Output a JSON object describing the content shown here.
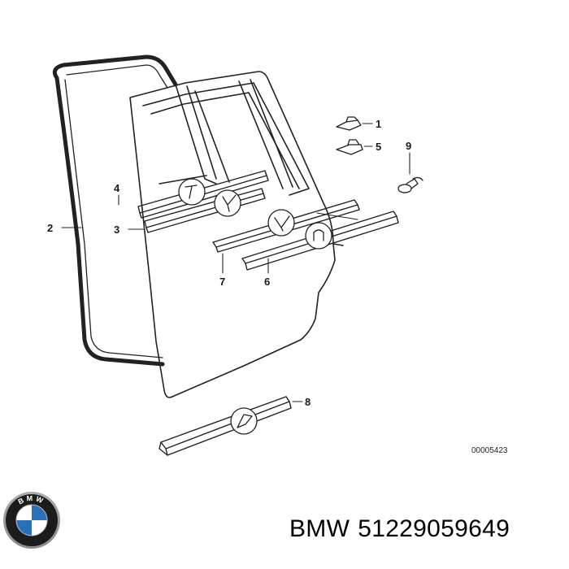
{
  "diagram": {
    "callouts": [
      {
        "id": "1",
        "label": "1"
      },
      {
        "id": "2",
        "label": "2"
      },
      {
        "id": "3",
        "label": "3"
      },
      {
        "id": "4",
        "label": "4"
      },
      {
        "id": "5",
        "label": "5"
      },
      {
        "id": "6",
        "label": "6"
      },
      {
        "id": "7",
        "label": "7"
      },
      {
        "id": "8",
        "label": "8"
      },
      {
        "id": "9",
        "label": "9"
      }
    ],
    "reference_code": "00005423"
  },
  "caption": {
    "brand": "BMW",
    "part_number": "51229059649"
  },
  "logo": {
    "icon": "bmw-roundel-icon",
    "letters": "BMW",
    "colors": {
      "ring": "#1c1c1c",
      "blue": "#2a6fb8",
      "white": "#ffffff",
      "chrome": "#9a9a9a"
    }
  }
}
